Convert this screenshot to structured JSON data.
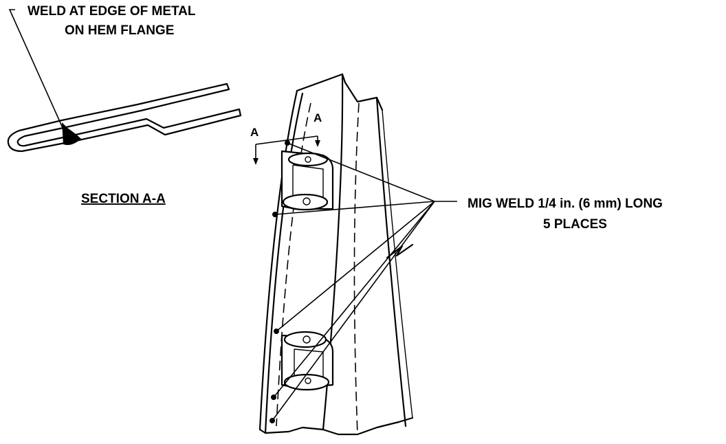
{
  "labels": {
    "weld_callout_line1": "WELD AT EDGE OF METAL",
    "weld_callout_line2": "ON HEM FLANGE",
    "section_title": "SECTION A-A",
    "section_marker_left": "A",
    "section_marker_right": "A",
    "mig_line1": "MIG WELD 1/4 in. (6 mm) LONG",
    "mig_line2": "5 PLACES"
  }
}
